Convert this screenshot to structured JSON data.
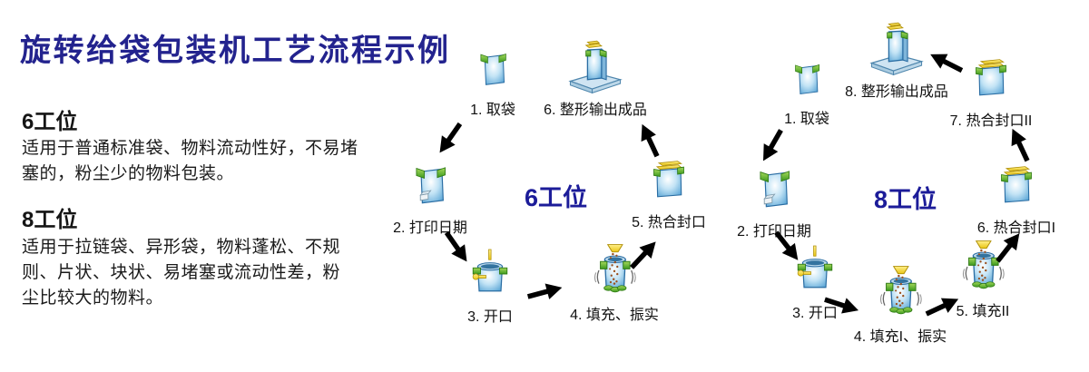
{
  "title": "旋转给袋包装机工艺流程示例",
  "left_panel": {
    "sections": [
      {
        "heading": "6工位",
        "body": "适用于普通标准袋、物料流动性好，不易堵\n塞的，粉尘少的物料包装。"
      },
      {
        "heading": "8工位",
        "body": "适用于拉链袋、异形袋，物料蓬松、不规\n则、片状、块状、易堵塞或流动性差，粉\n尘比较大的物料。"
      }
    ]
  },
  "flows": [
    {
      "center_label": "6工位",
      "steps": [
        {
          "label": "1. 取袋",
          "icon": "bag-pick-icon"
        },
        {
          "label": "2. 打印日期",
          "icon": "bag-print-icon"
        },
        {
          "label": "3. 开口",
          "icon": "bag-open-icon"
        },
        {
          "label": "4. 填充、振实",
          "icon": "bag-fill-icon"
        },
        {
          "label": "5. 热合封口",
          "icon": "bag-seal-icon"
        },
        {
          "label": "6. 整形输出成品",
          "icon": "bag-output-icon"
        }
      ]
    },
    {
      "center_label": "8工位",
      "steps": [
        {
          "label": "1. 取袋",
          "icon": "bag-pick-icon"
        },
        {
          "label": "2. 打印日期",
          "icon": "bag-print-icon"
        },
        {
          "label": "3. 开口",
          "icon": "bag-open-icon"
        },
        {
          "label": "4. 填充I、振实",
          "icon": "bag-fill-icon"
        },
        {
          "label": "5. 填充II",
          "icon": "bag-fill-icon"
        },
        {
          "label": "6. 热合封口I",
          "icon": "bag-seal-icon"
        },
        {
          "label": "7. 热合封口II",
          "icon": "bag-seal-icon"
        },
        {
          "label": "8. 整形输出成品",
          "icon": "bag-output-icon"
        }
      ]
    }
  ],
  "colors": {
    "title_navy": "#23238e",
    "center_label_blue": "#1c1c99",
    "bag_blue": "#51a0d3",
    "bag_outline": "#2a6da3",
    "clip_green": "#3c9a1e",
    "accent_yellow": "#e9c514",
    "text_black": "#111111",
    "background": "#ffffff"
  }
}
